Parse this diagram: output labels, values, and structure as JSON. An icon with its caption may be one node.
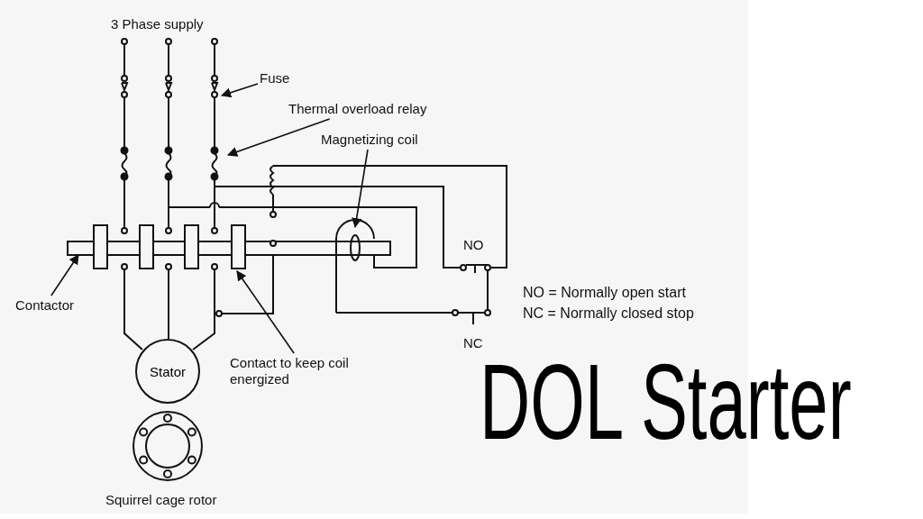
{
  "diagram": {
    "title": "DOL Starter",
    "nodes": [
      {
        "text": [
          "Fuse"
        ]
      },
      {
        "text": [
          "Thermal overload relay"
        ]
      },
      {
        "text": [
          "Magnetizing coil"
        ]
      },
      {
        "text": [
          "Contactor"
        ]
      },
      {
        "text": [
          "Stator"
        ]
      },
      {
        "text": [
          "Contact to keep coil energized"
        ]
      }
    ],
    "edges": [
      {
        "from": 0,
        "to": null,
        "arrow": "to"
      },
      {
        "from": 1,
        "to": null,
        "arrow": "to"
      },
      {
        "from": 2,
        "to": null,
        "arrow": "to"
      },
      {
        "from": 3,
        "to": null,
        "arrow": "to"
      },
      {
        "from": 5,
        "to": null,
        "arrow": "to"
      }
    ],
    "labels": [
      "3 Phase supply",
      "NO",
      "NO = Normally open start",
      "NC = Normally closed stop",
      "NC",
      "Squirrel cage rotor"
    ]
  }
}
